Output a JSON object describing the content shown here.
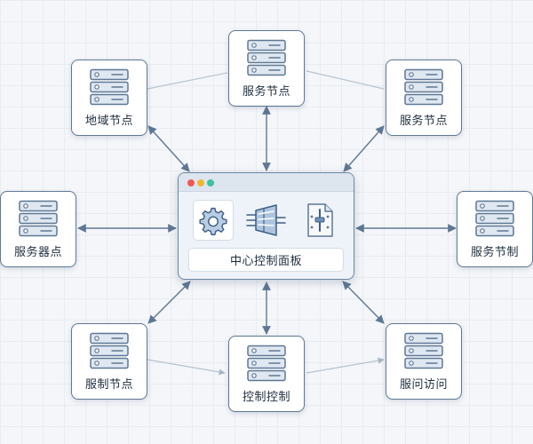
{
  "center": {
    "title": "中心控制面板",
    "window_dots": [
      "#ee5a52",
      "#f3b634",
      "#3cc2a4"
    ],
    "tools": [
      "gear-icon",
      "module-icon",
      "document-slider-icon"
    ]
  },
  "nodes": [
    {
      "id": "top-left",
      "label": "地域节点"
    },
    {
      "id": "top",
      "label": "服务节点"
    },
    {
      "id": "top-right",
      "label": "服务节点"
    },
    {
      "id": "left",
      "label": "服务器点"
    },
    {
      "id": "right",
      "label": "服务节制"
    },
    {
      "id": "bottom-left",
      "label": "服制节点"
    },
    {
      "id": "bottom",
      "label": "控制控制"
    },
    {
      "id": "bottom-right",
      "label": "服问访问"
    }
  ],
  "colors": {
    "node_border": "#5e7894",
    "connector": "#5e7894",
    "faint_connector": "#b7c3d1",
    "server_fill": "#dfe7f1"
  }
}
